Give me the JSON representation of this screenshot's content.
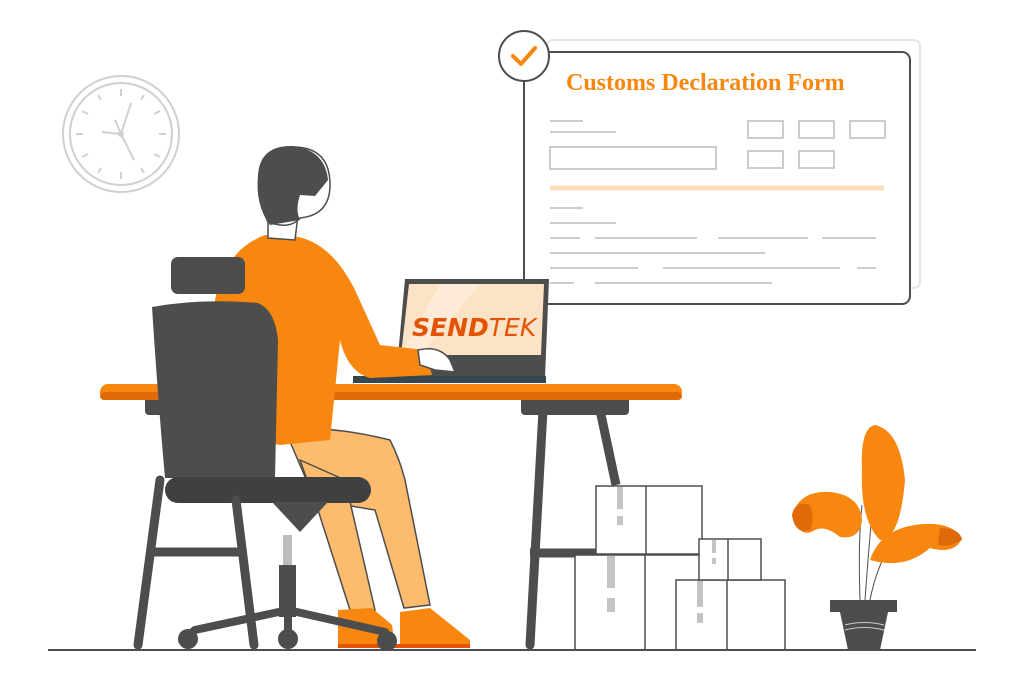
{
  "illustration": {
    "description": "Person at desk filling out a customs form on a laptop",
    "form_card": {
      "title": "Customs Declaration Form",
      "check_icon": "checkmark-icon"
    },
    "laptop": {
      "logo_bold": "SEND",
      "logo_light": "TEK"
    },
    "colors": {
      "orange": "#F7870F",
      "dark_orange": "#E06A0A",
      "logo_orange": "#E35205",
      "gray_dark": "#4D4D4D",
      "gray_light": "#CCCCCC",
      "pants": "#FDBB6E",
      "screen": "#FDE3C6"
    }
  }
}
